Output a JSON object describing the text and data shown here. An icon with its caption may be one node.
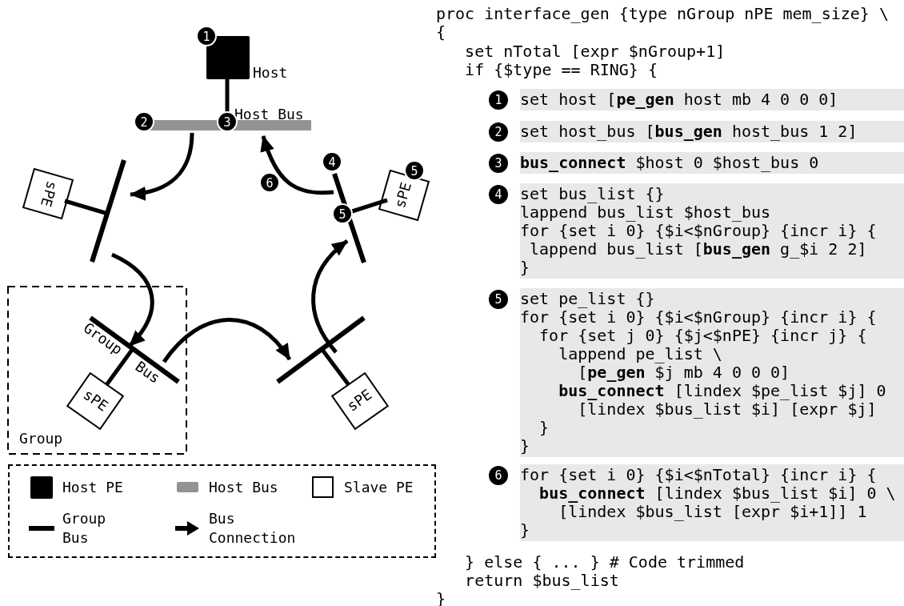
{
  "diagram": {
    "nodes": [
      {
        "text": [
          "Host"
        ]
      },
      {
        "text": [
          "Host Bus"
        ]
      },
      {
        "text": [
          "Group"
        ]
      },
      {
        "text": [
          "Group",
          "Bus"
        ],
        "in": 2
      },
      {
        "text": [
          "sPE"
        ],
        "in": 2
      },
      {
        "text": [],
        "shape": "bar"
      },
      {
        "text": [
          "sPE"
        ]
      },
      {
        "text": [],
        "shape": "bar"
      },
      {
        "text": [
          "sPE"
        ]
      },
      {
        "text": [],
        "shape": "bar"
      },
      {
        "text": [
          "sPE"
        ]
      },
      {
        "text": [
          "set host [**pe_gen** host mb 4 0 0 0]"
        ],
        "beside": [
          "1"
        ]
      },
      {
        "text": [
          "set host_bus [**bus_gen** host_bus 1 2]"
        ],
        "beside": [
          "2"
        ]
      },
      {
        "text": [
          "**bus_connect** $host 0 $host_bus 0"
        ],
        "beside": [
          "3"
        ]
      },
      {
        "text": [
          "set bus_list {}",
          "lappend bus_list $host_bus",
          "for {set i 0} {$i<$nGroup} {incr i} {",
          " lappend bus_list [**bus_gen** g_$i 2 2]",
          "}"
        ],
        "beside": [
          "4"
        ]
      },
      {
        "text": [
          "set pe_list {}",
          "for {set i 0} {$i<$nGroup} {incr i} {",
          "  for {set j 0} {$j<$nPE} {incr j} {",
          "    lappend pe_list \\",
          "      [**pe_gen** $j mb 4 0 0 0]",
          "    **bus_connect** [lindex $pe_list $j] 0",
          "      [lindex $bus_list $i] [expr $j]",
          "  }",
          "}"
        ],
        "beside": [
          "5"
        ]
      },
      {
        "text": [
          "for {set i 0} {$i<$nTotal} {incr i} {",
          "  **bus_connect** [lindex $bus_list $i] 0 \\",
          "    [lindex $bus_list [expr $i+1]] 1",
          "}"
        ],
        "beside": [
          "6"
        ]
      }
    ],
    "edges": [
      {
        "from": 0,
        "to": 1,
        "arrow": "none"
      },
      {
        "from": 1,
        "to": 5,
        "arrow": "to"
      },
      {
        "from": 6,
        "to": 5,
        "arrow": "none"
      },
      {
        "from": 5,
        "to": 3,
        "arrow": "to"
      },
      {
        "from": 4,
        "to": 3,
        "arrow": "none"
      },
      {
        "from": 3,
        "to": 7,
        "arrow": "to"
      },
      {
        "from": 8,
        "to": 7,
        "arrow": "none"
      },
      {
        "from": 7,
        "to": 9,
        "arrow": "to"
      },
      {
        "from": 10,
        "to": 9,
        "arrow": "none"
      },
      {
        "from": 9,
        "to": 1,
        "arrow": "to"
      }
    ],
    "labels": [
      "1",
      "2",
      "3",
      "4",
      "5",
      "6",
      "5",
      "proc interface_gen {type nGroup nPE mem_size} \\",
      "{",
      "   set nTotal [expr $nGroup+1]",
      "   if {$type == RING} {",
      "   } else { ... } # Code trimmed",
      "   return $bus_list",
      "}"
    ],
    "legend": [
      {
        "text": "Host PE",
        "color": "#000000"
      },
      {
        "text": "Host Bus",
        "color": "#939393"
      },
      {
        "text": "Slave PE"
      },
      {
        "text": "Group Bus"
      },
      {
        "text": "Bus Connection"
      }
    ]
  }
}
